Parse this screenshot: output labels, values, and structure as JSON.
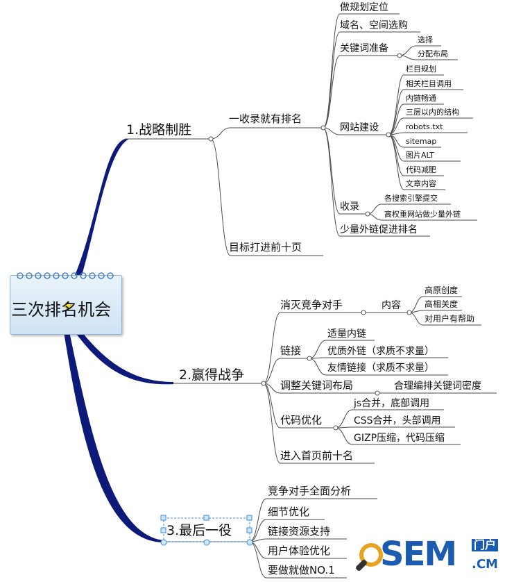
{
  "root": {
    "label": "三次排名机会"
  },
  "branches": {
    "b1": {
      "label": "1.战略制胜",
      "sub": {
        "s1": {
          "label": "一收录就有排名",
          "items": {
            "i1": "做规划定位",
            "i2": "域名、空间选购",
            "i3": {
              "label": "关键词准备",
              "children": [
                "选择",
                "分配布局"
              ]
            },
            "i4": {
              "label": "网站建设",
              "children": [
                "栏目规划",
                "相关栏目调用",
                "内链畅通",
                "三层以内的结构",
                "robots.txt",
                "sitemap",
                "图片ALT",
                "代码减肥",
                "文章内容"
              ]
            },
            "i5": {
              "label": "收录",
              "children": [
                "各搜索引擎提交",
                "高权重网站做少量外链"
              ]
            },
            "i6": "少量外链促进排名"
          }
        },
        "s2": {
          "label": "目标打进前十页"
        }
      }
    },
    "b2": {
      "label": "2.赢得战争",
      "sub": {
        "s1": {
          "label": "消灭竞争对手",
          "mid": "内容",
          "children": [
            "高原创度",
            "高相关度",
            "对用户有帮助"
          ]
        },
        "s2": {
          "label": "链接",
          "children": [
            "适量内链",
            "优质外链（求质不求量）",
            "友情链接（求质不求量）"
          ]
        },
        "s3": {
          "label": "调整关键词布局",
          "children": [
            "合理编排关键词密度"
          ]
        },
        "s4": {
          "label": "代码优化",
          "children": [
            "js合并，底部调用",
            "CSS合并，头部调用",
            "GIZP压缩，代码压缩"
          ]
        },
        "s5": {
          "label": "进入首页前十名"
        }
      }
    },
    "b3": {
      "label": "3.最后一役",
      "children": [
        "竞争对手全面分析",
        "细节优化",
        "链接资源支持",
        "用户体验优化",
        "要做就做NO.1"
      ]
    }
  },
  "watermark": {
    "brand": "SEM",
    "cn": "门户",
    "domain": ".CM"
  },
  "colors": {
    "trunk": "#0d1a7a",
    "line": "#4a4a4a",
    "root_fill": "#d8e8f6"
  }
}
